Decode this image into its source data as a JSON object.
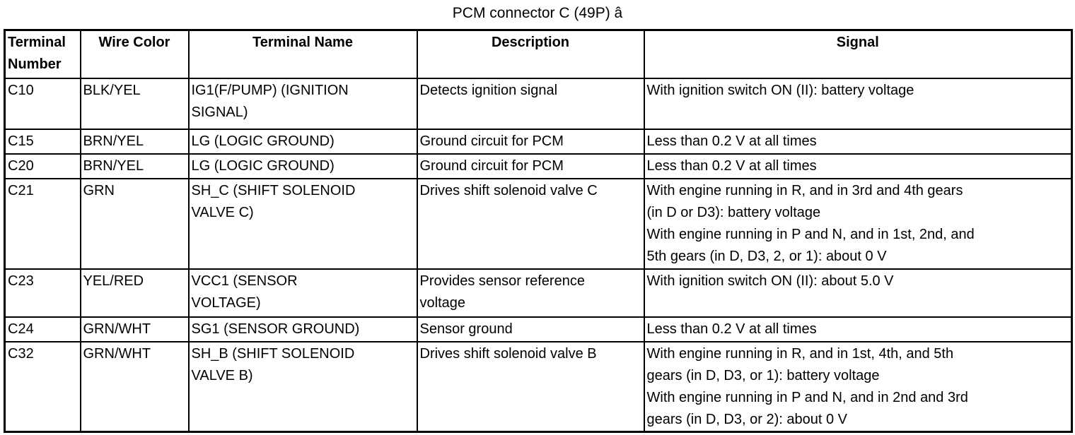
{
  "title": "PCM connector C (49P) â",
  "table": {
    "columns": [
      {
        "label": "Terminal\nNumber"
      },
      {
        "label": "Wire Color"
      },
      {
        "label": "Terminal Name"
      },
      {
        "label": "Description"
      },
      {
        "label": "Signal"
      }
    ],
    "rows": [
      {
        "terminal": "C10",
        "wire_color": "BLK/YEL",
        "terminal_name": "IG1(F/PUMP) (IGNITION\nSIGNAL)",
        "description": "Detects ignition signal",
        "signal": "With ignition switch ON (II): battery voltage"
      },
      {
        "terminal": "C15",
        "wire_color": "BRN/YEL",
        "terminal_name": "LG (LOGIC GROUND)",
        "description": "Ground circuit for PCM",
        "signal": "Less than 0.2 V at all times"
      },
      {
        "terminal": "C20",
        "wire_color": "BRN/YEL",
        "terminal_name": "LG (LOGIC GROUND)",
        "description": "Ground circuit for PCM",
        "signal": "Less than 0.2 V at all times"
      },
      {
        "terminal": "C21",
        "wire_color": "GRN",
        "terminal_name": "SH_C (SHIFT SOLENOID\nVALVE C)",
        "description": "Drives shift solenoid valve C",
        "signal": "With engine running in R, and in 3rd and 4th gears\n(in D or D3): battery voltage\nWith engine running in P and N, and in 1st, 2nd, and\n5th gears (in D, D3, 2, or 1): about 0 V"
      },
      {
        "terminal": "C23",
        "wire_color": "YEL/RED",
        "terminal_name": "VCC1 (SENSOR\nVOLTAGE)",
        "description": "Provides sensor reference\nvoltage",
        "signal": "With ignition switch ON (II): about 5.0 V"
      },
      {
        "terminal": "C24",
        "wire_color": "GRN/WHT",
        "terminal_name": "SG1 (SENSOR GROUND)",
        "description": "Sensor ground",
        "signal": "Less than 0.2 V at all times"
      },
      {
        "terminal": "C32",
        "wire_color": "GRN/WHT",
        "terminal_name": "SH_B (SHIFT SOLENOID\nVALVE B)",
        "description": "Drives shift solenoid valve B",
        "signal": "With engine running in R, and in 1st, 4th, and 5th\ngears (in D, D3, or 1): battery voltage\nWith engine running in P and N, and in 2nd and 3rd\ngears (in D, D3, or 2): about 0 V"
      }
    ]
  },
  "colors": {
    "text": "#000000",
    "background": "#ffffff",
    "border": "#000000"
  }
}
